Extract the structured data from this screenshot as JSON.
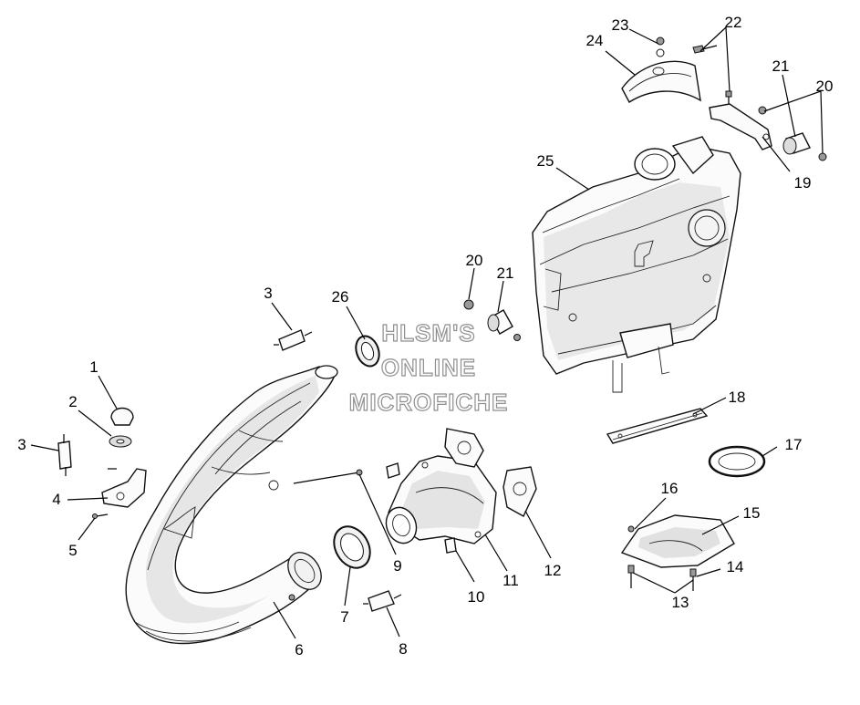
{
  "watermark": {
    "line1": "HLSM'S",
    "line2": "ONLINE",
    "line3": "MICROFICHE"
  },
  "callouts": {
    "c1": "1",
    "c2": "2",
    "c3a": "3",
    "c3b": "3",
    "c4": "4",
    "c5": "5",
    "c6": "6",
    "c7": "7",
    "c8": "8",
    "c9": "9",
    "c10": "10",
    "c11": "11",
    "c12": "12",
    "c13": "13",
    "c14": "14",
    "c15": "15",
    "c16": "16",
    "c17": "17",
    "c18": "18",
    "c19": "19",
    "c20a": "20",
    "c20b": "20",
    "c21a": "21",
    "c21b": "21",
    "c22": "22",
    "c23": "23",
    "c24": "24",
    "c25": "25",
    "c26": "26"
  }
}
